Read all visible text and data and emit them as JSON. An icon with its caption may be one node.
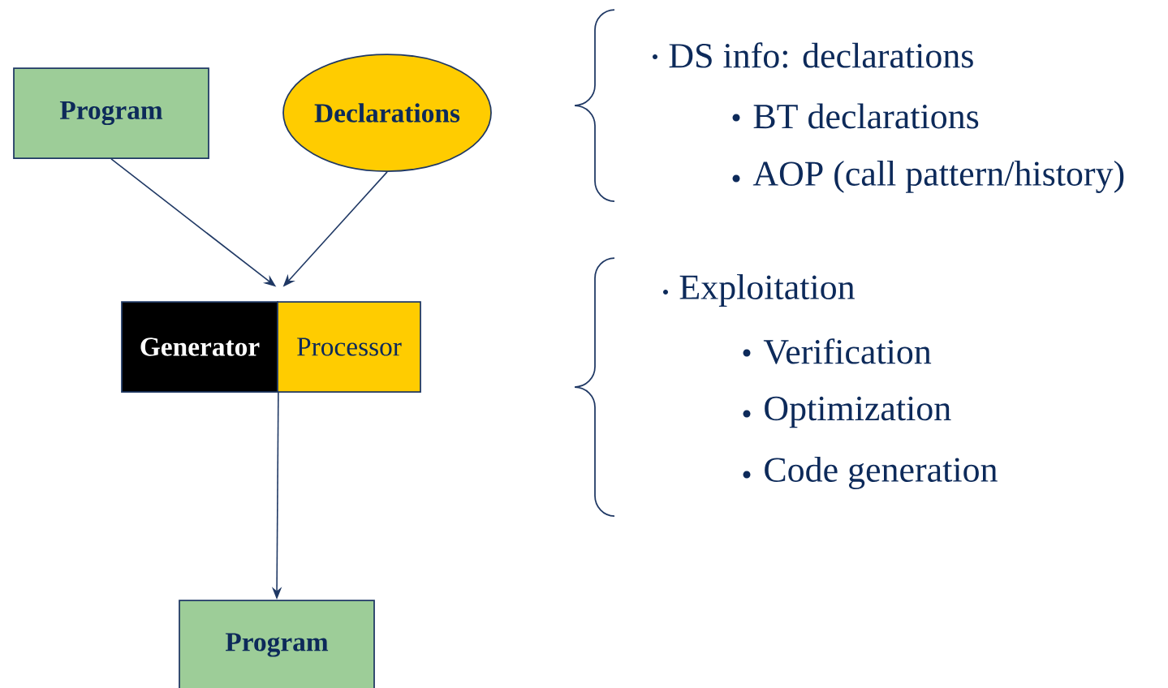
{
  "diagram": {
    "nodes": [
      {
        "text": [
          "Program"
        ]
      },
      {
        "text": [
          "Declarations"
        ]
      },
      {
        "text": [
          "Generator"
        ]
      },
      {
        "text": [
          "Processor"
        ]
      },
      {
        "text": [
          "Program"
        ]
      }
    ],
    "edges": [
      {
        "from": 0,
        "to": 2,
        "arrow": "to"
      },
      {
        "from": 1,
        "to": 3,
        "arrow": "to"
      },
      {
        "from": 2,
        "to": 4,
        "arrow": "to"
      }
    ],
    "labels": [
      "DS info: declarations",
      "BT declarations",
      "AOP (call pattern/history)",
      "Exploitation",
      "Verification",
      "Optimization",
      "Code generation"
    ]
  }
}
